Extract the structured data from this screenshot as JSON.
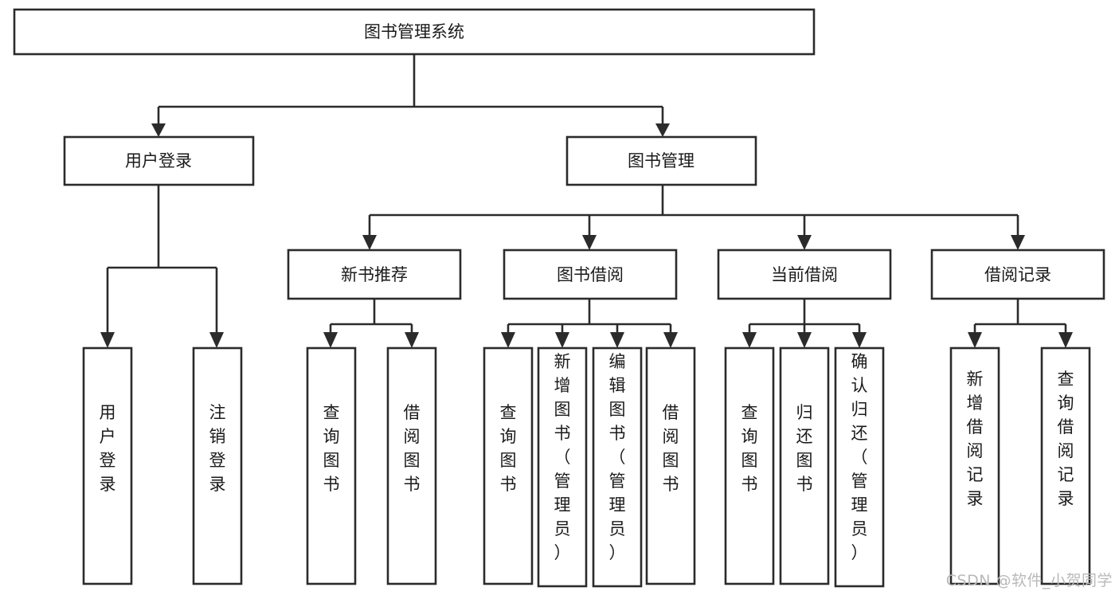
{
  "diagram": {
    "type": "hierarchy-tree",
    "title": "图书管理系统",
    "orientation": "top-down",
    "colors": {
      "box_stroke": "#2b2b2b",
      "box_fill": "#ffffff",
      "text": "#1a1a1a",
      "canvas": "#ffffff",
      "watermark": "#b9b9b9"
    },
    "levels": [
      {
        "level": 1,
        "nodes": [
          {
            "id": "root",
            "label": "图书管理系统",
            "text_orientation": "horizontal"
          }
        ]
      },
      {
        "level": 2,
        "nodes": [
          {
            "id": "login",
            "label": "用户登录",
            "parent": "root",
            "text_orientation": "horizontal"
          },
          {
            "id": "bookmgmt",
            "label": "图书管理",
            "parent": "root",
            "text_orientation": "horizontal"
          }
        ]
      },
      {
        "level": 3,
        "nodes": [
          {
            "id": "newbook",
            "label": "新书推荐",
            "parent": "bookmgmt",
            "text_orientation": "horizontal"
          },
          {
            "id": "borrow",
            "label": "图书借阅",
            "parent": "bookmgmt",
            "text_orientation": "horizontal"
          },
          {
            "id": "current",
            "label": "当前借阅",
            "parent": "bookmgmt",
            "text_orientation": "horizontal"
          },
          {
            "id": "records",
            "label": "借阅记录",
            "parent": "bookmgmt",
            "text_orientation": "horizontal"
          }
        ]
      },
      {
        "level": 4,
        "nodes": [
          {
            "id": "l1",
            "label": "用户登录",
            "parent": "login",
            "text_orientation": "vertical"
          },
          {
            "id": "l2",
            "label": "注销登录",
            "parent": "login",
            "text_orientation": "vertical"
          },
          {
            "id": "n1",
            "label": "查询图书",
            "parent": "newbook",
            "text_orientation": "vertical"
          },
          {
            "id": "n2",
            "label": "借阅图书",
            "parent": "newbook",
            "text_orientation": "vertical"
          },
          {
            "id": "b1",
            "label": "查询图书",
            "parent": "borrow",
            "text_orientation": "vertical"
          },
          {
            "id": "b2",
            "label": "新增图书（管理员）",
            "parent": "borrow",
            "text_orientation": "vertical"
          },
          {
            "id": "b3",
            "label": "编辑图书（管理员）",
            "parent": "borrow",
            "text_orientation": "vertical"
          },
          {
            "id": "b4",
            "label": "借阅图书",
            "parent": "borrow",
            "text_orientation": "vertical"
          },
          {
            "id": "c1",
            "label": "查询图书",
            "parent": "current",
            "text_orientation": "vertical"
          },
          {
            "id": "c2",
            "label": "归还图书",
            "parent": "current",
            "text_orientation": "vertical"
          },
          {
            "id": "c3",
            "label": "确认归还（管理员）",
            "parent": "current",
            "text_orientation": "vertical"
          },
          {
            "id": "r1",
            "label": "新增借阅记录",
            "parent": "records",
            "text_orientation": "vertical"
          },
          {
            "id": "r2",
            "label": "查询借阅记录",
            "parent": "records",
            "text_orientation": "vertical"
          }
        ]
      }
    ],
    "edges": [
      {
        "from": "root",
        "to": "login"
      },
      {
        "from": "root",
        "to": "bookmgmt"
      },
      {
        "from": "bookmgmt",
        "to": "newbook"
      },
      {
        "from": "bookmgmt",
        "to": "borrow"
      },
      {
        "from": "bookmgmt",
        "to": "current"
      },
      {
        "from": "bookmgmt",
        "to": "records"
      },
      {
        "from": "login",
        "to": "l1"
      },
      {
        "from": "login",
        "to": "l2"
      },
      {
        "from": "newbook",
        "to": "n1"
      },
      {
        "from": "newbook",
        "to": "n2"
      },
      {
        "from": "borrow",
        "to": "b1"
      },
      {
        "from": "borrow",
        "to": "b2"
      },
      {
        "from": "borrow",
        "to": "b3"
      },
      {
        "from": "borrow",
        "to": "b4"
      },
      {
        "from": "current",
        "to": "c1"
      },
      {
        "from": "current",
        "to": "c2"
      },
      {
        "from": "current",
        "to": "c3"
      },
      {
        "from": "records",
        "to": "r1"
      },
      {
        "from": "records",
        "to": "r2"
      }
    ]
  },
  "watermark": {
    "label": "CSDN @软件_小贺同学"
  }
}
